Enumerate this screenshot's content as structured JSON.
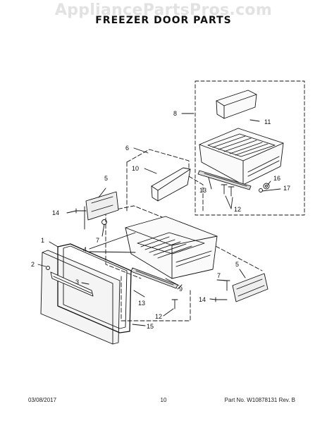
{
  "watermark": "AppliancePartsPros.com",
  "title": "FREEZER DOOR PARTS",
  "callouts": {
    "c1": "1",
    "c2": "2",
    "c3": "3",
    "c4": "4",
    "c5a": "5",
    "c5b": "5",
    "c6": "6",
    "c7a": "7",
    "c7b": "7",
    "c8": "8",
    "c9": "9",
    "c10": "10",
    "c11": "11",
    "c12a": "12",
    "c12b": "12",
    "c13a": "13",
    "c13b": "13",
    "c14a": "14",
    "c14b": "14",
    "c15": "15",
    "c16": "16",
    "c17": "17"
  },
  "footer": {
    "date": "03/08/2017",
    "page": "10",
    "part_rev": "Part No. W10878131  Rev. B"
  },
  "colors": {
    "line": "#111111",
    "watermark": "#e2e2e2"
  }
}
